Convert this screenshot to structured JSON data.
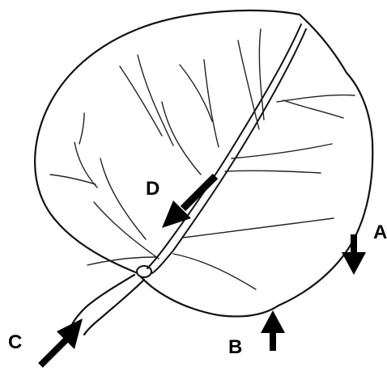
{
  "diagram": {
    "labels": {
      "a": "A",
      "b": "B",
      "c": "C",
      "d": "D"
    },
    "line_color": "#111111",
    "background": "#ffffff"
  }
}
